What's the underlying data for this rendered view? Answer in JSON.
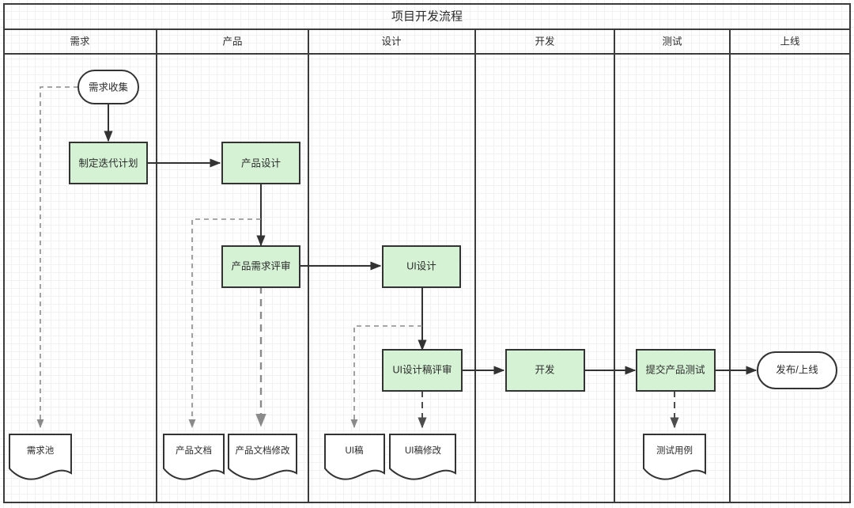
{
  "diagram": {
    "title": "项目开发流程",
    "type": "swimlane-flowchart",
    "colors": {
      "process_fill": "#d5f2d5",
      "node_stroke": "#333333",
      "frame_stroke": "#3b3b3b",
      "dashed_stroke": "#8a8a8a",
      "background": "#ffffff",
      "grid_minor": "#f2f2f2",
      "grid_major": "#e6e6e6"
    },
    "lanes": [
      {
        "id": "lane-requirement",
        "label": "需求"
      },
      {
        "id": "lane-product",
        "label": "产品"
      },
      {
        "id": "lane-design",
        "label": "设计"
      },
      {
        "id": "lane-dev",
        "label": "开发"
      },
      {
        "id": "lane-test",
        "label": "测试"
      },
      {
        "id": "lane-release",
        "label": "上线"
      }
    ],
    "nodes": [
      {
        "id": "n-collect",
        "label": "需求收集",
        "shape": "terminator",
        "lane": "需求"
      },
      {
        "id": "n-plan",
        "label": "制定迭代计划",
        "shape": "process",
        "lane": "需求"
      },
      {
        "id": "n-pool",
        "label": "需求池",
        "shape": "document",
        "lane": "需求"
      },
      {
        "id": "n-prod-design",
        "label": "产品设计",
        "shape": "process",
        "lane": "产品"
      },
      {
        "id": "n-prod-review",
        "label": "产品需求评审",
        "shape": "process",
        "lane": "产品"
      },
      {
        "id": "n-prod-doc",
        "label": "产品文档",
        "shape": "document",
        "lane": "产品"
      },
      {
        "id": "n-prod-doc-edit",
        "label": "产品文档修改",
        "shape": "document",
        "lane": "产品"
      },
      {
        "id": "n-ui-design",
        "label": "UI设计",
        "shape": "process",
        "lane": "设计"
      },
      {
        "id": "n-ui-review",
        "label": "UI设计稿评审",
        "shape": "process",
        "lane": "设计"
      },
      {
        "id": "n-ui-doc",
        "label": "UI稿",
        "shape": "document",
        "lane": "设计"
      },
      {
        "id": "n-ui-doc-edit",
        "label": "UI稿修改",
        "shape": "document",
        "lane": "设计"
      },
      {
        "id": "n-dev",
        "label": "开发",
        "shape": "process",
        "lane": "开发"
      },
      {
        "id": "n-submit-test",
        "label": "提交产品测试",
        "shape": "process",
        "lane": "测试"
      },
      {
        "id": "n-test-case",
        "label": "测试用例",
        "shape": "document",
        "lane": "测试"
      },
      {
        "id": "n-release",
        "label": "发布/上线",
        "shape": "terminator",
        "lane": "上线"
      }
    ],
    "edges": [
      {
        "from": "需求收集",
        "to": "制定迭代计划",
        "style": "solid"
      },
      {
        "from": "需求收集",
        "to": "需求池",
        "style": "dashed"
      },
      {
        "from": "制定迭代计划",
        "to": "产品设计",
        "style": "solid"
      },
      {
        "from": "产品设计",
        "to": "产品需求评审",
        "style": "solid"
      },
      {
        "from": "产品设计",
        "to": "产品文档",
        "style": "dashed"
      },
      {
        "from": "产品需求评审",
        "to": "产品文档修改",
        "style": "dashed"
      },
      {
        "from": "产品需求评审",
        "to": "UI设计",
        "style": "solid"
      },
      {
        "from": "UI设计",
        "to": "UI设计稿评审",
        "style": "solid"
      },
      {
        "from": "UI设计",
        "to": "UI稿",
        "style": "dashed"
      },
      {
        "from": "UI设计稿评审",
        "to": "UI稿修改",
        "style": "dashed"
      },
      {
        "from": "UI设计稿评审",
        "to": "开发",
        "style": "solid"
      },
      {
        "from": "开发",
        "to": "提交产品测试",
        "style": "solid"
      },
      {
        "from": "提交产品测试",
        "to": "测试用例",
        "style": "dashed"
      },
      {
        "from": "提交产品测试",
        "to": "发布/上线",
        "style": "solid"
      }
    ]
  }
}
